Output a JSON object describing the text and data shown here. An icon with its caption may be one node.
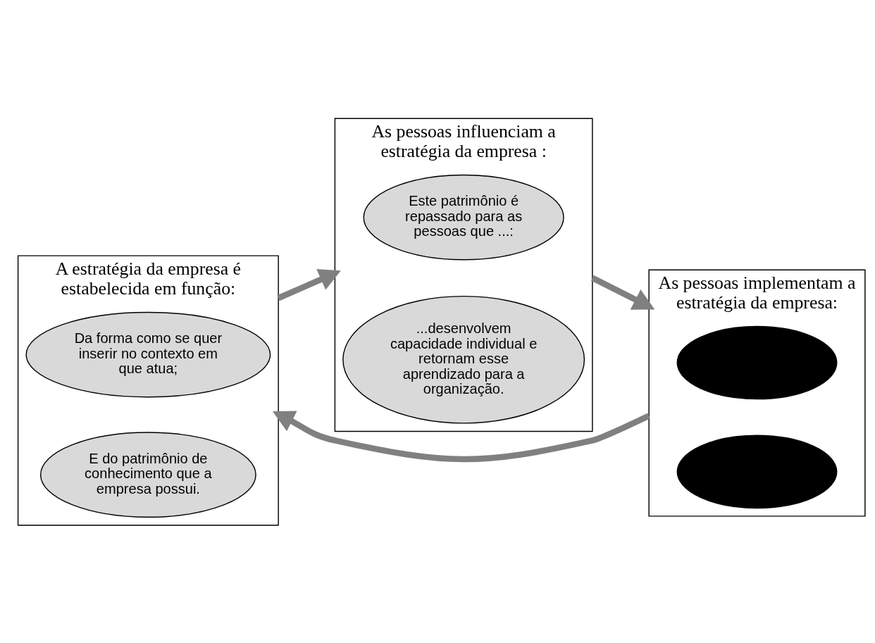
{
  "diagram": {
    "nodes": [
      {
        "text": [
          "A estratégia da empresa é estabelecida em função:"
        ]
      },
      {
        "text": [
          "Da forma como se quer inserir no contexto em que atua;"
        ],
        "in": 0
      },
      {
        "text": [
          "E do patrimônio de conhecimento que a empresa possui."
        ],
        "in": 0
      },
      {
        "text": [
          "As pessoas influenciam a estratégia da empresa :"
        ]
      },
      {
        "text": [
          "Este patrimônio é repassado para as pessoas que ...:"
        ],
        "in": 3
      },
      {
        "text": [
          "...desenvolvem capacidade individual e retornam esse aprendizado para a organização."
        ],
        "in": 3
      },
      {
        "text": [
          "As pessoas implementam a estratégia da empresa:"
        ]
      },
      {
        "text": [],
        "shape": "ellipse",
        "in": 6
      },
      {
        "text": [],
        "shape": "ellipse",
        "in": 6
      }
    ],
    "edges": [
      {
        "from": 0,
        "to": 3,
        "arrow": "to"
      },
      {
        "from": 3,
        "to": 6,
        "arrow": "to"
      },
      {
        "from": 6,
        "to": 0,
        "arrow": "to"
      }
    ]
  }
}
